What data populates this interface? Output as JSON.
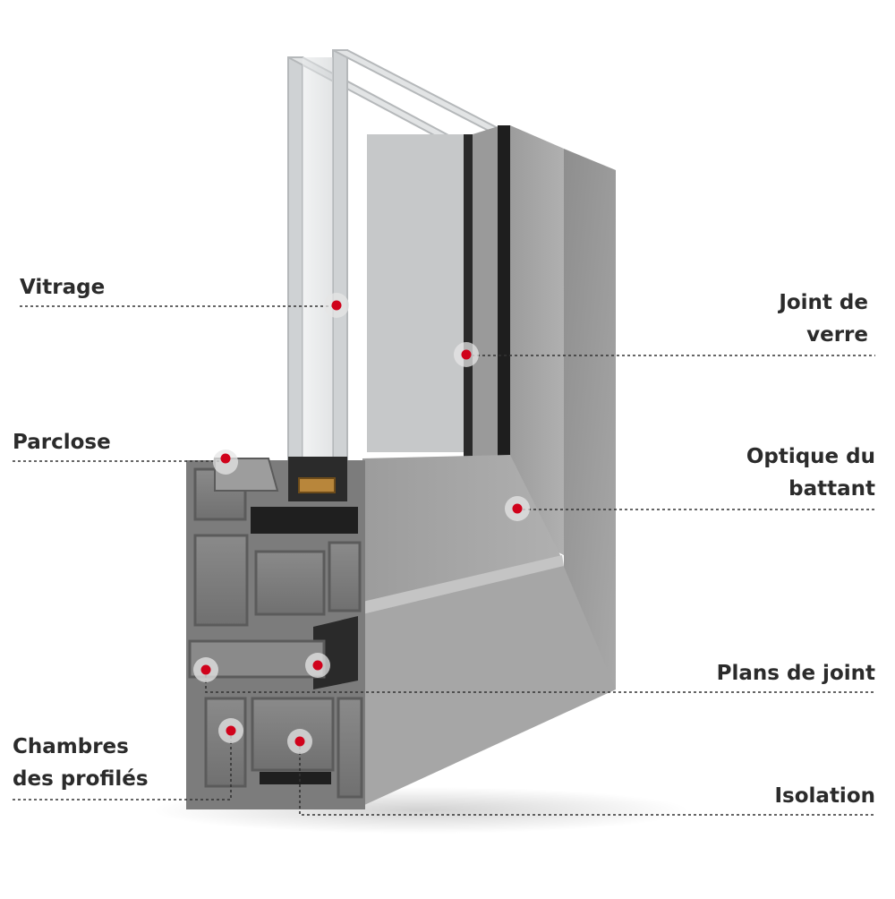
{
  "callouts": {
    "vitrage": {
      "lines": [
        "Vitrage"
      ]
    },
    "parclose": {
      "lines": [
        "Parclose"
      ]
    },
    "chambres": {
      "lines": [
        "Chambres",
        "des profilés"
      ]
    },
    "joint_verre": {
      "lines": [
        "Joint de",
        "verre"
      ]
    },
    "optique": {
      "lines": [
        "Optique du",
        "battant"
      ]
    },
    "plans_joint": {
      "lines": [
        "Plans de joint"
      ]
    },
    "isolation": {
      "lines": [
        "Isolation"
      ]
    }
  },
  "colors": {
    "marker": "#d0021b",
    "leader": "#333333",
    "frame_face": "#a3a3a3",
    "frame_dark": "#5e5e5e",
    "glass": "#d8dadb",
    "insulation": "#b8863b"
  }
}
